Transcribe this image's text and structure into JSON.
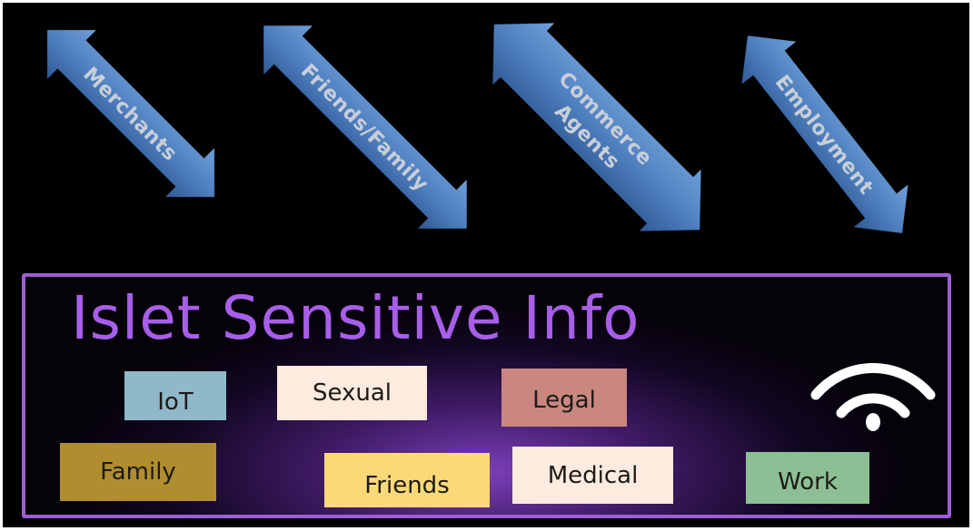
{
  "arrows": {
    "merchants": "Merchants",
    "friends_family": "Friends/Family",
    "commerce_line1": "Commerce",
    "commerce_line2": "Agents",
    "employment": "Employment"
  },
  "panel": {
    "title": "Islet Sensitive Info",
    "tags": {
      "iot": "IoT",
      "sexual": "Sexual",
      "legal": "Legal",
      "family": "Family",
      "friends": "Friends",
      "medical": "Medical",
      "work": "Work"
    }
  },
  "colors": {
    "background": "#000000",
    "arrow": "#4f7fbf",
    "arrow_text": "#c9cfd8",
    "panel_border": "#9c5fd6",
    "title": "#a75ee8",
    "iot": "#8fb8c8",
    "sexual": "#fcebde",
    "legal": "#c9877f",
    "family": "#b08e2f",
    "friends": "#fbd978",
    "medical": "#fcebde",
    "work": "#8cbf94",
    "wifi": "#ffffff"
  },
  "icons": {
    "wifi": "wifi-icon"
  }
}
